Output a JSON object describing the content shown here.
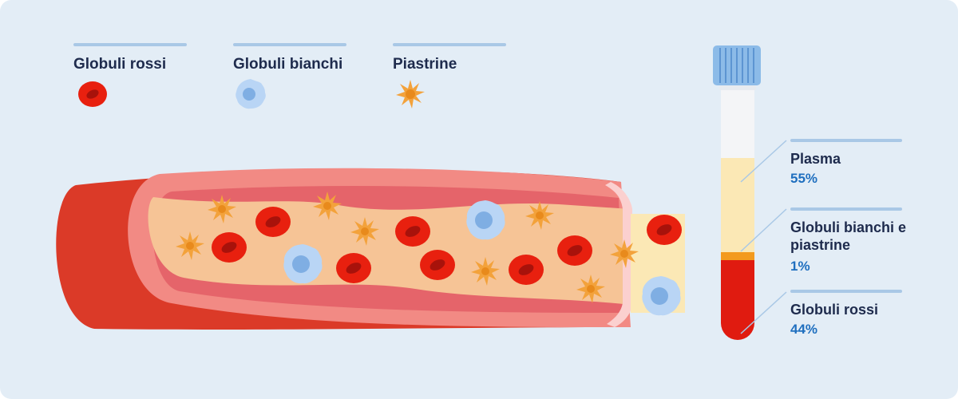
{
  "legend": {
    "red": {
      "label": "Globuli rossi",
      "icon": "red-blood-cell-icon",
      "color": "#e8200f"
    },
    "white": {
      "label": "Globuli bianchi",
      "icon": "white-blood-cell-icon",
      "color": "#b9d5f5"
    },
    "platelets": {
      "label": "Piastrine",
      "icon": "platelet-icon",
      "color": "#f3a23b"
    }
  },
  "tube": {
    "plasma": {
      "label": "Plasma",
      "percent": "55%",
      "fraction": 0.55,
      "color": "#fbe8b5"
    },
    "buffy": {
      "label": "Globuli bianchi e piastrine",
      "percent": "1%",
      "fraction": 0.01,
      "color": "#f39a1e"
    },
    "red": {
      "label": "Globuli rossi",
      "percent": "44%",
      "fraction": 0.44,
      "color": "#e01b10"
    }
  },
  "colors": {
    "background": "#e3edf6",
    "vessel_outer": "#db3a28",
    "vessel_wall": "#f28a84",
    "vessel_inner": "#f6c496",
    "accent_bar": "#a9c8e6",
    "heading": "#1e2b4d",
    "percent": "#1f6fbf"
  }
}
